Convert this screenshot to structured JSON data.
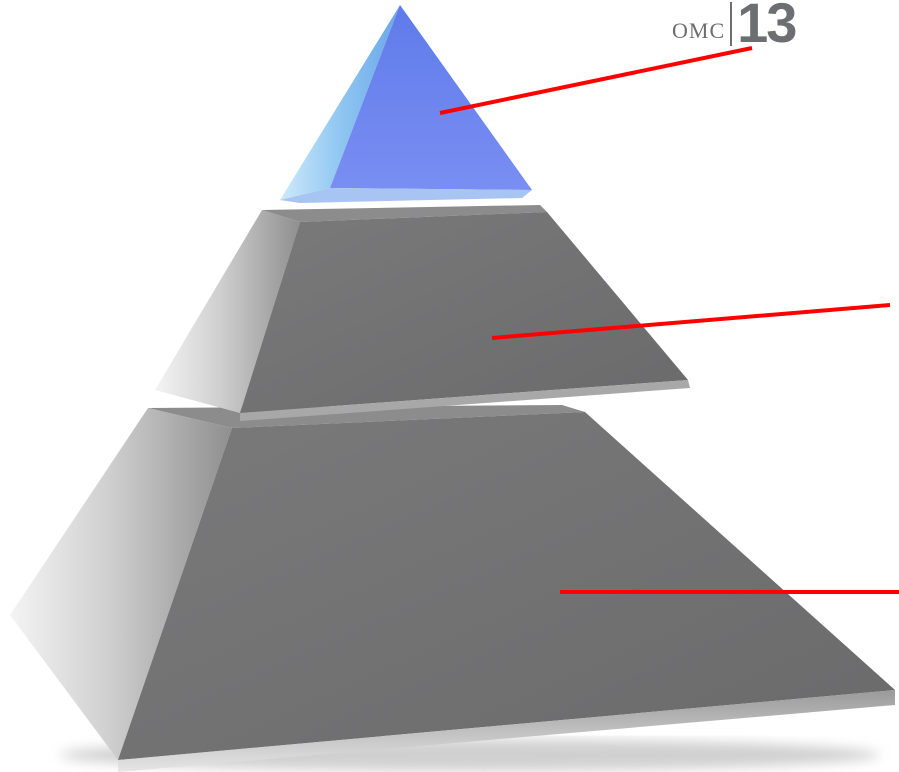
{
  "logo": {
    "small": "OMC",
    "big": "13"
  },
  "colors": {
    "background": "#ffffff",
    "top_tier": "#6f84f0",
    "middle_tier": "#6e6e6f",
    "bottom_tier": "#6e6e6f",
    "callout": "#ff0000"
  },
  "tiers": [
    {
      "level": "top",
      "label": ""
    },
    {
      "level": "middle",
      "label": ""
    },
    {
      "level": "bottom",
      "label": ""
    }
  ]
}
